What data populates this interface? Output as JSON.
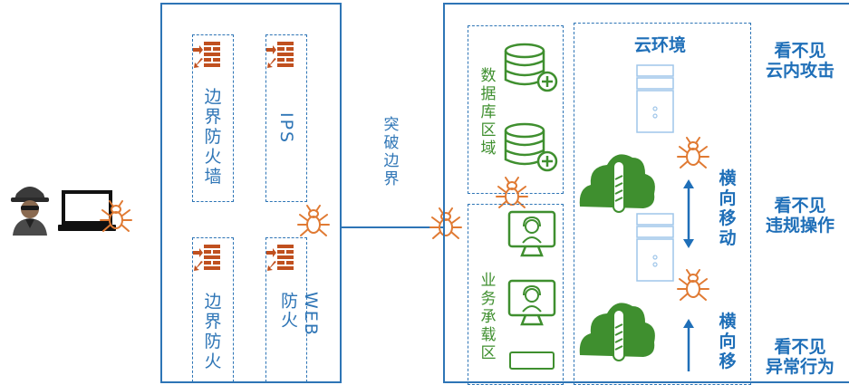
{
  "left_zone": {
    "devices": [
      {
        "label": "边界防火墙",
        "vertical_stacked": true
      },
      {
        "label": "IPS",
        "vertical_stacked": false
      },
      {
        "label": "边界防火",
        "vertical_stacked": true
      },
      {
        "label": "WEB 防火",
        "vertical_stacked": false
      }
    ]
  },
  "connector_label": "突破边界",
  "right_zone": {
    "database_zone_label": "数据库区域",
    "business_zone_label": "业务承载区",
    "cloud_title": "云环境",
    "lateral_movement_1": "横向移动",
    "lateral_movement_2": "横向移",
    "side_labels": [
      {
        "line1": "看不见",
        "line2": "云内攻击"
      },
      {
        "line1": "看不见",
        "line2": "违规操作"
      },
      {
        "line1": "看不见",
        "line2": "异常行为"
      }
    ]
  },
  "icons": {
    "attacker": "hacker-icon",
    "laptop": "laptop-icon",
    "firewall": "firewall-icon",
    "bug": "bug-icon",
    "database": "database-add-icon",
    "monitor": "support-monitor-icon",
    "server": "server-icon",
    "cloud": "cloud-icon"
  },
  "colors": {
    "frame_blue": "#2e75b6",
    "label_blue": "#1f6fb8",
    "firewall_orange": "#c0501f",
    "green": "#3f8f2f",
    "server_blue": "#9fc6ea"
  }
}
